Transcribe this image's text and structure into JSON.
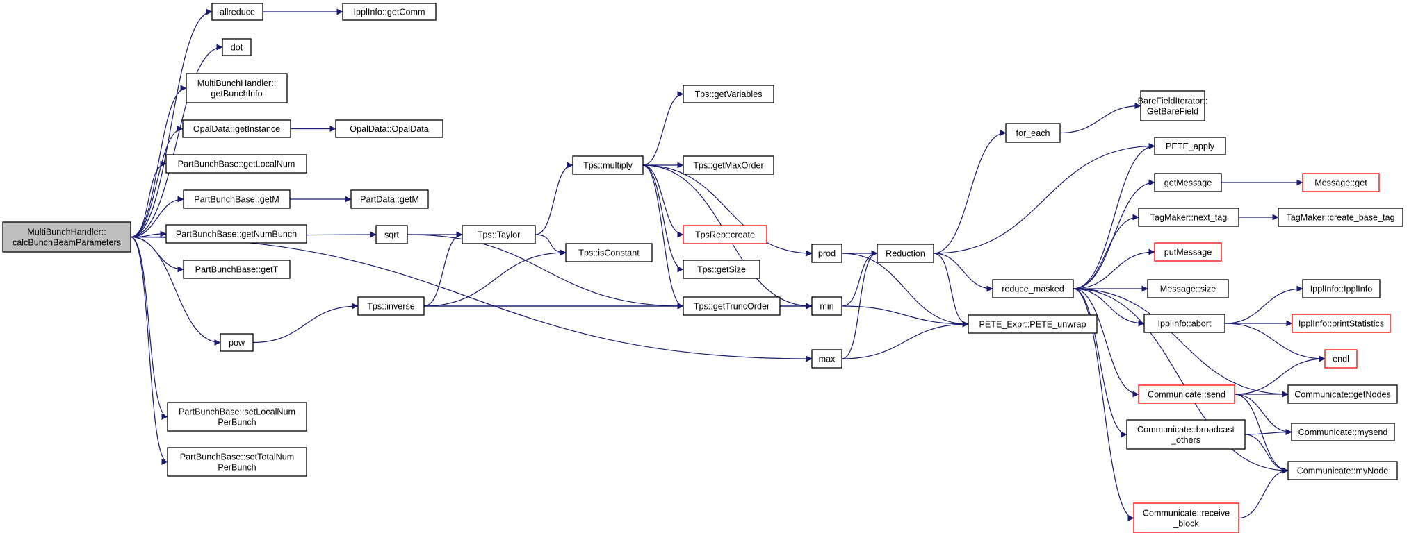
{
  "diagram": {
    "title": "",
    "edge_color": "#191970",
    "box_border_default": "#000000",
    "box_border_truncated": "#ff0000",
    "root_fill": "#bfbfbf",
    "nodes": [
      {
        "id": "root",
        "label": [
          "MultiBunchHandler::",
          "calcBunchBeamParameters"
        ],
        "root": true
      },
      {
        "id": "allreduce",
        "label": [
          "allreduce"
        ]
      },
      {
        "id": "ipplGetComm",
        "label": [
          "IpplInfo::getComm"
        ]
      },
      {
        "id": "dot",
        "label": [
          "dot"
        ]
      },
      {
        "id": "getBunchInfo",
        "label": [
          "MultiBunchHandler::",
          "getBunchInfo"
        ]
      },
      {
        "id": "opalGetInstance",
        "label": [
          "OpalData::getInstance"
        ]
      },
      {
        "id": "opalData",
        "label": [
          "OpalData::OpalData"
        ]
      },
      {
        "id": "getLocalNum",
        "label": [
          "PartBunchBase::getLocalNum"
        ]
      },
      {
        "id": "getM",
        "label": [
          "PartBunchBase::getM"
        ]
      },
      {
        "id": "partDataGetM",
        "label": [
          "PartData::getM"
        ]
      },
      {
        "id": "getNumBunch",
        "label": [
          "PartBunchBase::getNumBunch"
        ]
      },
      {
        "id": "getT",
        "label": [
          "PartBunchBase::getT"
        ]
      },
      {
        "id": "sqrt",
        "label": [
          "sqrt"
        ]
      },
      {
        "id": "pow",
        "label": [
          "pow"
        ]
      },
      {
        "id": "setLocalNum",
        "label": [
          "PartBunchBase::setLocalNum",
          "PerBunch"
        ]
      },
      {
        "id": "setTotalNum",
        "label": [
          "PartBunchBase::setTotalNum",
          "PerBunch"
        ]
      },
      {
        "id": "tpsTaylor",
        "label": [
          "Tps::Taylor"
        ]
      },
      {
        "id": "tpsInverse",
        "label": [
          "Tps::inverse"
        ]
      },
      {
        "id": "tpsMultiply",
        "label": [
          "Tps::multiply"
        ]
      },
      {
        "id": "tpsIsConstant",
        "label": [
          "Tps::isConstant"
        ]
      },
      {
        "id": "tpsGetVariables",
        "label": [
          "Tps::getVariables"
        ]
      },
      {
        "id": "tpsGetMaxOrder",
        "label": [
          "Tps::getMaxOrder"
        ]
      },
      {
        "id": "tpsRepCreate",
        "label": [
          "TpsRep::create"
        ],
        "truncated": true
      },
      {
        "id": "tpsGetSize",
        "label": [
          "Tps::getSize"
        ]
      },
      {
        "id": "tpsGetTruncOrder",
        "label": [
          "Tps::getTruncOrder"
        ]
      },
      {
        "id": "prod",
        "label": [
          "prod"
        ]
      },
      {
        "id": "min",
        "label": [
          "min"
        ]
      },
      {
        "id": "max",
        "label": [
          "max"
        ]
      },
      {
        "id": "reduction",
        "label": [
          "Reduction"
        ]
      },
      {
        "id": "forEach",
        "label": [
          "for_each"
        ]
      },
      {
        "id": "reduceMasked",
        "label": [
          "reduce_masked"
        ]
      },
      {
        "id": "peteUnwrap",
        "label": [
          "PETE_Expr::PETE_unwrap"
        ]
      },
      {
        "id": "bareField",
        "label": [
          "BareFieldIterator::",
          "GetBareField"
        ]
      },
      {
        "id": "peteApply",
        "label": [
          "PETE_apply"
        ]
      },
      {
        "id": "getMessage",
        "label": [
          "getMessage"
        ]
      },
      {
        "id": "messageGet",
        "label": [
          "Message::get"
        ],
        "truncated": true
      },
      {
        "id": "nextTag",
        "label": [
          "TagMaker::next_tag"
        ]
      },
      {
        "id": "createBaseTag",
        "label": [
          "TagMaker::create_base_tag"
        ]
      },
      {
        "id": "putMessage",
        "label": [
          "putMessage"
        ],
        "truncated": true
      },
      {
        "id": "messageSize",
        "label": [
          "Message::size"
        ]
      },
      {
        "id": "ipplAbort",
        "label": [
          "IpplInfo::abort"
        ]
      },
      {
        "id": "ipplInfo",
        "label": [
          "IpplInfo::IpplInfo"
        ]
      },
      {
        "id": "printStatistics",
        "label": [
          "IpplInfo::printStatistics"
        ],
        "truncated": true
      },
      {
        "id": "endl",
        "label": [
          "endl"
        ],
        "truncated": true
      },
      {
        "id": "commSend",
        "label": [
          "Communicate::send"
        ],
        "truncated": true
      },
      {
        "id": "getNodes",
        "label": [
          "Communicate::getNodes"
        ]
      },
      {
        "id": "broadcastOthers",
        "label": [
          "Communicate::broadcast",
          "_others"
        ]
      },
      {
        "id": "mysend",
        "label": [
          "Communicate::mysend"
        ]
      },
      {
        "id": "myNode",
        "label": [
          "Communicate::myNode"
        ]
      },
      {
        "id": "receiveBlock",
        "label": [
          "Communicate::receive",
          "_block"
        ],
        "truncated": true
      }
    ],
    "edges": [
      [
        "root",
        "allreduce"
      ],
      [
        "root",
        "dot"
      ],
      [
        "root",
        "getBunchInfo"
      ],
      [
        "root",
        "opalGetInstance"
      ],
      [
        "root",
        "getLocalNum"
      ],
      [
        "root",
        "getM"
      ],
      [
        "root",
        "getNumBunch"
      ],
      [
        "root",
        "getT"
      ],
      [
        "root",
        "sqrt"
      ],
      [
        "root",
        "pow"
      ],
      [
        "root",
        "max"
      ],
      [
        "root",
        "setLocalNum"
      ],
      [
        "root",
        "setTotalNum"
      ],
      [
        "allreduce",
        "ipplGetComm"
      ],
      [
        "opalGetInstance",
        "opalData"
      ],
      [
        "getM",
        "partDataGetM"
      ],
      [
        "sqrt",
        "tpsTaylor"
      ],
      [
        "sqrt",
        "tpsGetTruncOrder"
      ],
      [
        "pow",
        "tpsInverse"
      ],
      [
        "tpsTaylor",
        "tpsMultiply"
      ],
      [
        "tpsTaylor",
        "tpsIsConstant"
      ],
      [
        "tpsInverse",
        "tpsTaylor"
      ],
      [
        "tpsInverse",
        "tpsIsConstant"
      ],
      [
        "tpsInverse",
        "tpsGetTruncOrder"
      ],
      [
        "tpsInverse",
        "min"
      ],
      [
        "tpsMultiply",
        "tpsGetVariables"
      ],
      [
        "tpsMultiply",
        "tpsGetMaxOrder"
      ],
      [
        "tpsMultiply",
        "tpsRepCreate"
      ],
      [
        "tpsMultiply",
        "tpsGetSize"
      ],
      [
        "tpsMultiply",
        "tpsGetTruncOrder"
      ],
      [
        "tpsMultiply",
        "prod"
      ],
      [
        "tpsMultiply",
        "min"
      ],
      [
        "tpsGetTruncOrder",
        "min"
      ],
      [
        "prod",
        "reduction"
      ],
      [
        "prod",
        "peteUnwrap"
      ],
      [
        "min",
        "reduction"
      ],
      [
        "min",
        "peteUnwrap"
      ],
      [
        "max",
        "reduction"
      ],
      [
        "max",
        "peteUnwrap"
      ],
      [
        "reduction",
        "forEach"
      ],
      [
        "reduction",
        "peteApply"
      ],
      [
        "reduction",
        "reduceMasked"
      ],
      [
        "reduction",
        "peteUnwrap"
      ],
      [
        "forEach",
        "bareField"
      ],
      [
        "reduceMasked",
        "peteApply"
      ],
      [
        "reduceMasked",
        "getMessage"
      ],
      [
        "reduceMasked",
        "nextTag"
      ],
      [
        "reduceMasked",
        "putMessage"
      ],
      [
        "reduceMasked",
        "messageSize"
      ],
      [
        "reduceMasked",
        "ipplAbort"
      ],
      [
        "reduceMasked",
        "commSend"
      ],
      [
        "reduceMasked",
        "getNodes"
      ],
      [
        "reduceMasked",
        "broadcastOthers"
      ],
      [
        "reduceMasked",
        "myNode"
      ],
      [
        "reduceMasked",
        "receiveBlock"
      ],
      [
        "getMessage",
        "messageGet"
      ],
      [
        "nextTag",
        "createBaseTag"
      ],
      [
        "ipplAbort",
        "ipplInfo"
      ],
      [
        "ipplAbort",
        "printStatistics"
      ],
      [
        "ipplAbort",
        "endl"
      ],
      [
        "commSend",
        "endl"
      ],
      [
        "commSend",
        "getNodes"
      ],
      [
        "commSend",
        "mysend"
      ],
      [
        "commSend",
        "myNode"
      ],
      [
        "broadcastOthers",
        "mysend"
      ],
      [
        "broadcastOthers",
        "myNode"
      ],
      [
        "receiveBlock",
        "myNode"
      ]
    ]
  }
}
